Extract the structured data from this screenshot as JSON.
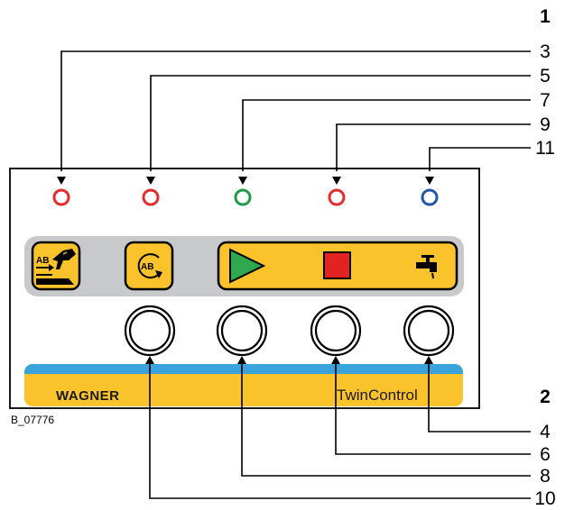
{
  "figure": {
    "code": "B_07776",
    "brand": "WAGNER",
    "model": "TwinControl",
    "callouts": {
      "c1": "1",
      "c2": "2",
      "c3": "3",
      "c4": "4",
      "c5": "5",
      "c6": "6",
      "c7": "7",
      "c8": "8",
      "c9": "9",
      "c10": "10",
      "c11": "11"
    },
    "icon_text": {
      "ab_label": "AB",
      "ab_circle": "AB"
    },
    "colors": {
      "led_red": "#e52b2b",
      "led_green": "#1d9a48",
      "led_blue": "#1f56a6",
      "key_yellow": "#fbc32b",
      "strip_blue": "#3aa3dc",
      "panel_gray": "#c8c9cb",
      "play_green": "#2fa84f",
      "stop_red": "#e32222"
    },
    "icons": {
      "key1": "spray-gun-ab-icon",
      "key2": "ab-rotate-icon",
      "key3": "play-icon",
      "key4": "stop-icon",
      "key5": "tap-icon"
    }
  }
}
